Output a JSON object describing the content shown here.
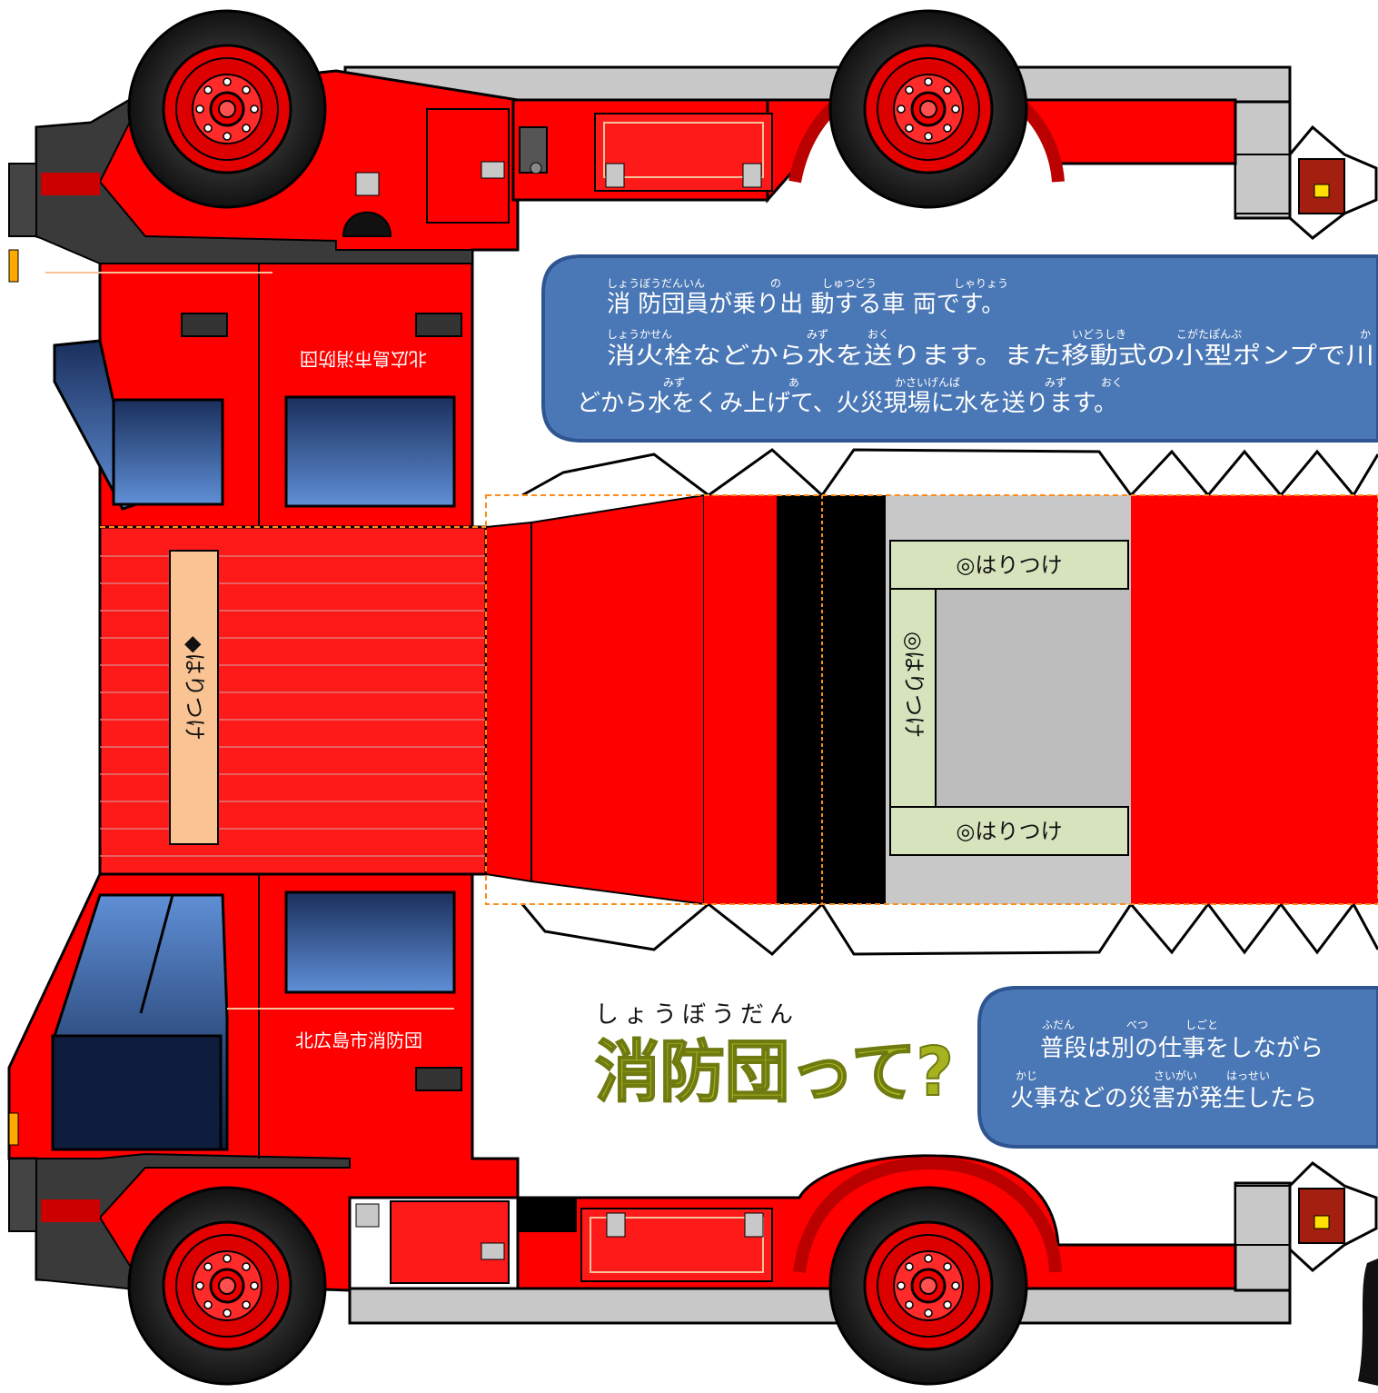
{
  "colors": {
    "body_red": "#ff0000",
    "dark_red": "#d10000",
    "panel_blue": "#4a77b5",
    "tab_green": "#d6e3bd",
    "tab_peach": "#f9c394",
    "steel_gray": "#c8c8c8",
    "title_green": "#a6b21e"
  },
  "info_box_top": {
    "line1": {
      "furigana": [
        "しょうぼうだんいん",
        "の",
        "しゅつどう",
        "しゃりょう"
      ],
      "text": "消 防団員が乗り出 動する車 両です。"
    },
    "line2": {
      "furigana": [
        "しょうかせん",
        "みず",
        "おく",
        "いどうしき",
        "こがたぽんぷ",
        "か"
      ],
      "text": "消火栓などから水を送ります。また移動式の小型ポンプで川"
    },
    "line3": {
      "furigana": [
        "みず",
        "あ",
        "かさいげんば",
        "みず",
        "おく"
      ],
      "text": "どから水をくみ上げて、火災現場に水を送ります。"
    }
  },
  "info_box_bottom": {
    "line1": {
      "furigana": [
        "ふだん",
        "べつ",
        "しごと"
      ],
      "text": "普段は別の仕事をしながら"
    },
    "line2": {
      "furigana": [
        "かじ",
        "さいがい",
        "はっせい"
      ],
      "text": "火事などの災害が発生したら"
    }
  },
  "title": {
    "reading": "しょうぼうだん",
    "text": "消防団って?"
  },
  "door_label_upper": "北広島市消防団",
  "door_label_lower": "北広島市消防団",
  "paste_tab_roof": "◆はりつけ",
  "paste_tab_top": "◎はりつけ",
  "paste_tab_side": "◎はりつけ",
  "paste_tab_bottom": "◎はりつけ",
  "icons": [
    "wheel-icon",
    "door-handle-icon",
    "side-mirror-icon",
    "tail-lamp-icon",
    "pump-nozzle-icon"
  ]
}
